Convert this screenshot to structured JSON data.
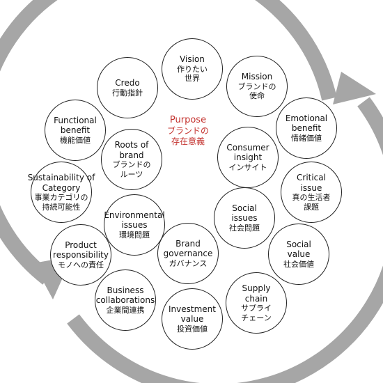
{
  "colors": {
    "ring": "#a6a6a6",
    "stroke": "#222222",
    "accent": "#c4332f"
  },
  "nodes": [
    {
      "id": "vision",
      "en": [
        "Vision"
      ],
      "jp": [
        "作りたい",
        "世界"
      ]
    },
    {
      "id": "mission",
      "en": [
        "Mission"
      ],
      "jp": [
        "ブランドの",
        "使命"
      ]
    },
    {
      "id": "emotional-benefit",
      "en": [
        "Emotional",
        "benefit"
      ],
      "jp": [
        "情緒価値"
      ]
    },
    {
      "id": "critical-issue",
      "en": [
        "Critical",
        "issue"
      ],
      "jp": [
        "真の生活者",
        "課題"
      ]
    },
    {
      "id": "social-value",
      "en": [
        "Social",
        "value"
      ],
      "jp": [
        "社会価値"
      ]
    },
    {
      "id": "supply-chain",
      "en": [
        "Supply",
        "chain"
      ],
      "jp": [
        "サプライ",
        "チェーン"
      ]
    },
    {
      "id": "investment-value",
      "en": [
        "Investment",
        "value"
      ],
      "jp": [
        "投資価値"
      ]
    },
    {
      "id": "business-collaborations",
      "en": [
        "Business",
        "collaborations"
      ],
      "jp": [
        "企業間連携"
      ]
    },
    {
      "id": "product-responsibility",
      "en": [
        "Product",
        "responsibility"
      ],
      "jp": [
        "モノへの責任"
      ]
    },
    {
      "id": "sustainability-of-category",
      "en": [
        "Sustainability of",
        "Category"
      ],
      "jp": [
        "事業カテゴリの",
        "持続可能性"
      ]
    },
    {
      "id": "functional-benefit",
      "en": [
        "Functional",
        "benefit"
      ],
      "jp": [
        "機能価値"
      ]
    },
    {
      "id": "credo",
      "en": [
        "Credo"
      ],
      "jp": [
        "行動指針"
      ]
    },
    {
      "id": "purpose",
      "en": [
        "Purpose"
      ],
      "jp": [
        "ブランドの",
        "存在意義"
      ],
      "center": true
    },
    {
      "id": "consumer-insight",
      "en": [
        "Consumer",
        "insight"
      ],
      "jp": [
        "インサイト"
      ]
    },
    {
      "id": "social-issues",
      "en": [
        "Social",
        "issues"
      ],
      "jp": [
        "社会問題"
      ]
    },
    {
      "id": "brand-governance",
      "en": [
        "Brand",
        "governance"
      ],
      "jp": [
        "ガバナンス"
      ]
    },
    {
      "id": "environmental-issues",
      "en": [
        "Environmental",
        "issues"
      ],
      "jp": [
        "環境問題"
      ]
    },
    {
      "id": "roots-of-brand",
      "en": [
        "Roots of",
        "brand"
      ],
      "jp": [
        "ブランドの",
        "ルーツ"
      ]
    }
  ]
}
